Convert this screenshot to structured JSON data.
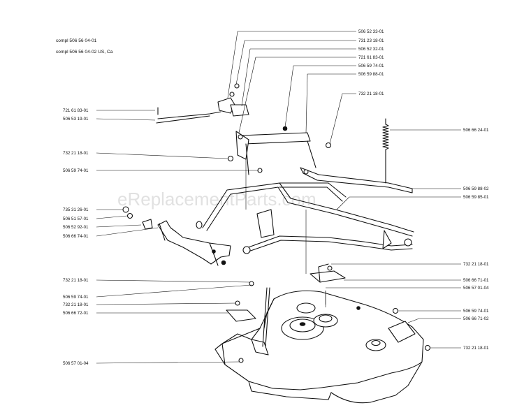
{
  "header": {
    "line1": "compl 506 56 04-01",
    "line2": "compl 506 56 04-02 US, Ca"
  },
  "watermark": "eReplacementParts.com",
  "callouts": {
    "top_right": [
      "506 52 33-01",
      "731 23 18-01",
      "506 52 32-01",
      "721 61 83-01",
      "506 59 74-01",
      "506 59 88-01",
      "732 21 18-01"
    ],
    "spring": "506 66 24-01",
    "left": [
      "721 61 83-01",
      "506 53 19-01",
      "732 21 18-01",
      "506 59 74-01",
      "735 31 26-01",
      "506 51 57-01",
      "506 52 92-01",
      "506 66 74-01"
    ],
    "right_mid": [
      "506 59 88-02",
      "506 59 85-01"
    ],
    "right_lower": [
      "732 21 18-01",
      "506 66 71-01",
      "506 57 01-04",
      "506 59 74-01",
      "506 66 71-02",
      "732 21 18-01"
    ],
    "left_lower": [
      "732 21 18-01",
      "506 59 74-01",
      "732 21 18-01",
      "506 66 72-01"
    ],
    "bottom_left": "506 57 01-04"
  }
}
